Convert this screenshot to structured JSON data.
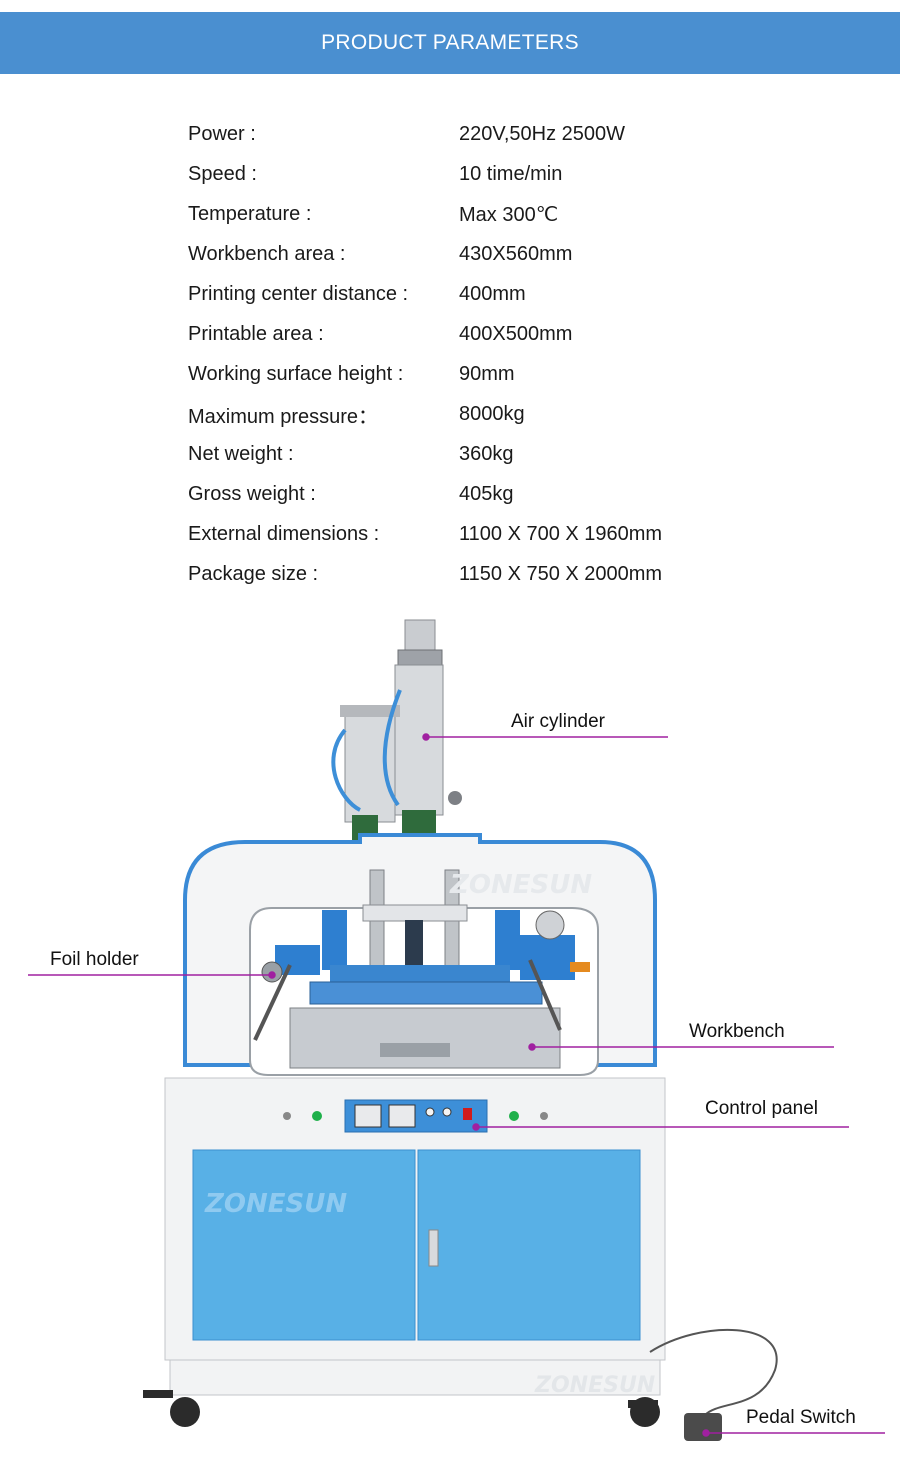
{
  "header": {
    "title": "PRODUCT PARAMETERS"
  },
  "params": [
    {
      "label": "Power :",
      "value": "220V,50Hz 2500W"
    },
    {
      "label": "Speed :",
      "value": "10 time/min"
    },
    {
      "label": "Temperature :",
      "value": "Max 300℃"
    },
    {
      "label": "Workbench area :",
      "value": "430X560mm"
    },
    {
      "label": "Printing center distance :",
      "value": "400mm"
    },
    {
      "label": "Printable area :",
      "value": "400X500mm"
    },
    {
      "label": "Working surface height :",
      "value": "90mm"
    },
    {
      "label": "Maximum pressure：",
      "value": "8000kg"
    },
    {
      "label": "Net weight :",
      "value": "360kg"
    },
    {
      "label": "Gross weight :",
      "value": "405kg"
    },
    {
      "label": "External dimensions :",
      "value": "1100 X 700 X 1960mm"
    },
    {
      "label": "Package size :",
      "value": "1150 X 750 X 2000mm"
    }
  ],
  "callouts": {
    "air_cylinder": "Air cylinder",
    "foil_holder": "Foil holder",
    "workbench": "Workbench",
    "control_panel": "Control panel",
    "pedal_switch": "Pedal Switch"
  },
  "watermark": "ZONESUN",
  "colors": {
    "banner": "#4a8fd0",
    "callout_line": "#a020a0",
    "cabinet_blue": "#58b0e6",
    "frame_blue": "#3a8ad6"
  }
}
